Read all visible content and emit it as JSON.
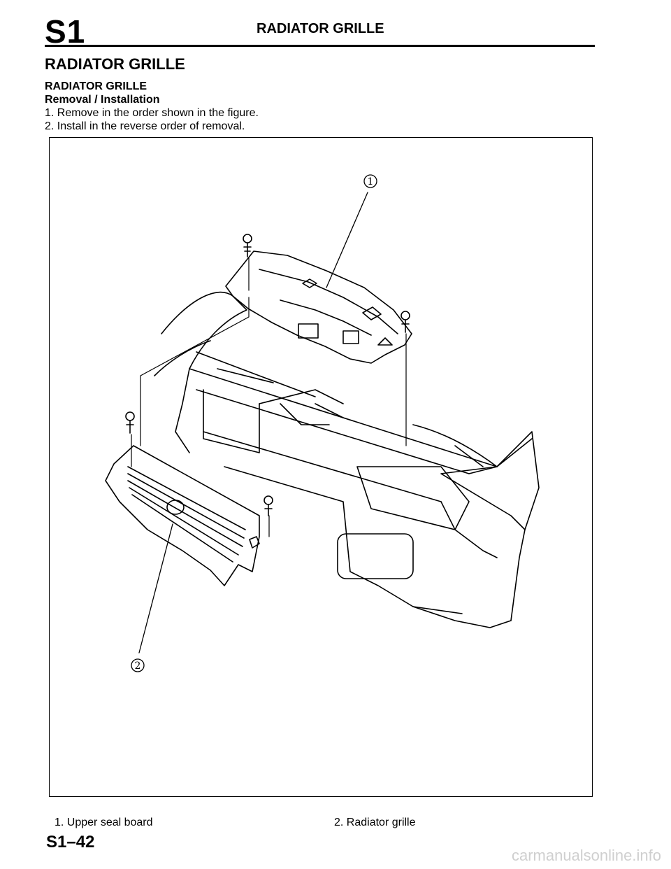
{
  "header": {
    "section_code": "S1",
    "title": "RADIATOR GRILLE"
  },
  "page_title": "RADIATOR GRILLE",
  "sub_title": "RADIATOR GRILLE",
  "procedure_title": "Removal / Installation",
  "steps": [
    "1. Remove in the order shown in the figure.",
    "2. Install in the reverse order of removal."
  ],
  "figure": {
    "callouts": [
      "1",
      "2"
    ]
  },
  "legend": [
    "1. Upper seal board",
    "2. Radiator grille"
  ],
  "footer": {
    "page_number": "S1–42",
    "watermark": "carmanualsonline.info"
  }
}
